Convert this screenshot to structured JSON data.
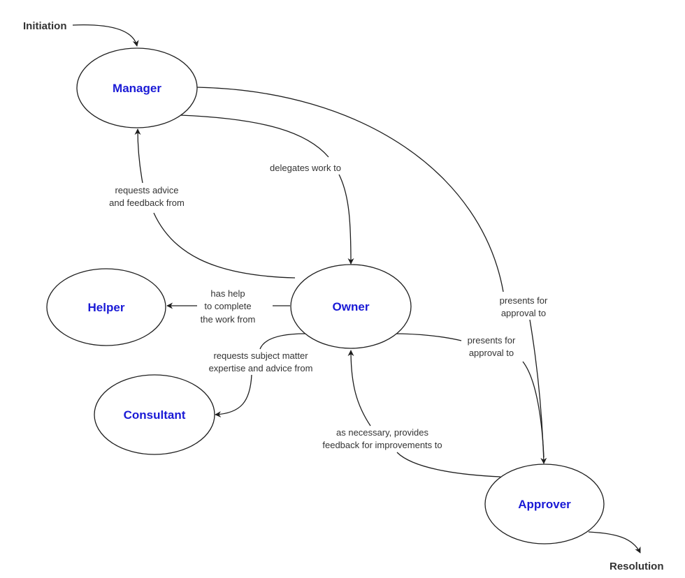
{
  "diagram": {
    "type": "process-flow",
    "nodes": [
      {
        "id": "manager",
        "label": "Manager"
      },
      {
        "id": "helper",
        "label": "Helper"
      },
      {
        "id": "owner",
        "label": "Owner"
      },
      {
        "id": "consultant",
        "label": "Consultant"
      },
      {
        "id": "approver",
        "label": "Approver"
      }
    ],
    "terminals": {
      "start": "Initiation",
      "end": "Resolution"
    },
    "edges": [
      {
        "id": "initiation-to-manager",
        "from": "Initiation",
        "to": "Manager",
        "label": ""
      },
      {
        "id": "manager-to-owner",
        "from": "Manager",
        "to": "Owner",
        "label_lines": [
          "delegates work to"
        ]
      },
      {
        "id": "owner-to-manager",
        "from": "Owner",
        "to": "Manager",
        "label_lines": [
          "requests advice",
          "and feedback from"
        ]
      },
      {
        "id": "owner-to-helper",
        "from": "Owner",
        "to": "Helper",
        "label_lines": [
          "has help",
          "to complete",
          "the work from"
        ]
      },
      {
        "id": "owner-to-consultant",
        "from": "Owner",
        "to": "Consultant",
        "label_lines": [
          "requests subject matter",
          "expertise and advice from"
        ]
      },
      {
        "id": "manager-to-approver",
        "from": "Manager",
        "to": "Approver",
        "label_lines": [
          "presents for",
          "approval to"
        ]
      },
      {
        "id": "owner-to-approver",
        "from": "Owner",
        "to": "Approver",
        "label_lines": [
          "presents for",
          "approval to"
        ]
      },
      {
        "id": "approver-to-owner",
        "from": "Approver",
        "to": "Owner",
        "label_lines": [
          "as necessary, provides",
          "feedback for improvements to"
        ]
      },
      {
        "id": "approver-to-resolution",
        "from": "Approver",
        "to": "Resolution",
        "label": ""
      }
    ],
    "colors": {
      "node_text": "#1a1ad6",
      "edge_text": "#333333",
      "stroke": "#1e1e1e"
    }
  }
}
